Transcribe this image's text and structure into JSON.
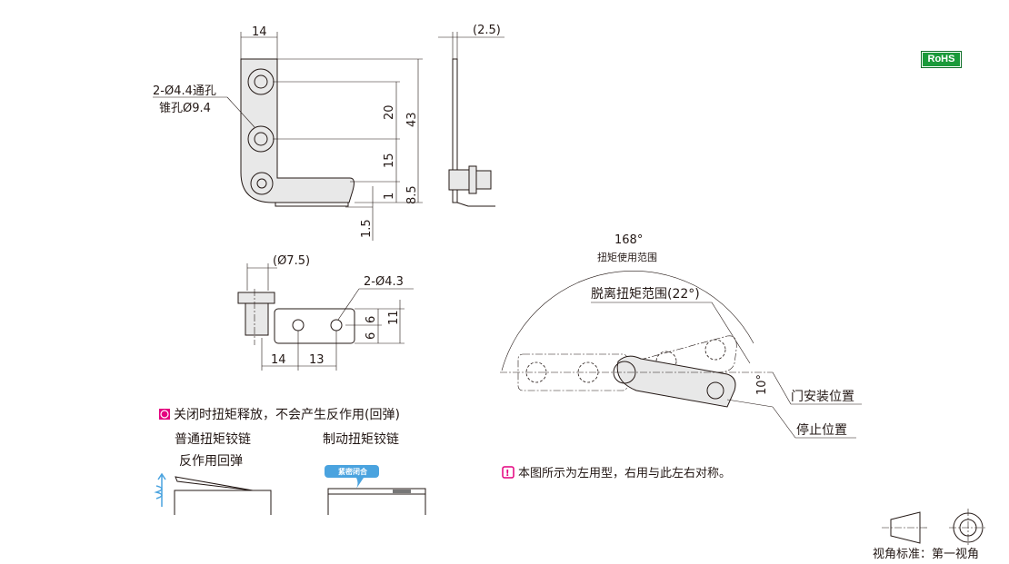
{
  "badge": {
    "rohs": "RoHS"
  },
  "front_view": {
    "width": "14",
    "holes": "2-Ø4.4通孔",
    "countersink": "锥孔Ø9.4",
    "pitch": "20",
    "height": "43",
    "offset": "15",
    "bottom": "8.5",
    "gap": "1",
    "thickness": "1.5"
  },
  "side_view": {
    "thickness": "(2.5)"
  },
  "bottom_view": {
    "shaft": "(Ø7.5)",
    "holes": "2-Ø4.3",
    "h1": "6",
    "h2": "11",
    "h3": "6",
    "w1": "14",
    "w2": "13"
  },
  "angle_view": {
    "range": "168°",
    "range_label": "扭矩使用范围",
    "release": "脱离扭矩范围(22°)",
    "stop_angle": "10°",
    "install": "门安装位置",
    "stop": "停止位置"
  },
  "note": "本图所示为左用型，右用与此左右对称。",
  "feature": {
    "title": "关闭时扭矩释放，不会产生反作用(回弹)",
    "normal": "普通扭矩铰链",
    "normal_sub": "反作用回弹",
    "brake": "制动扭矩铰链",
    "tag": "紧密闭合"
  },
  "projection": "视角标准：第一视角",
  "colors": {
    "feature_icon": "#e4007f",
    "tag": "#4aa3df",
    "rohs": "#1a9a3a"
  }
}
